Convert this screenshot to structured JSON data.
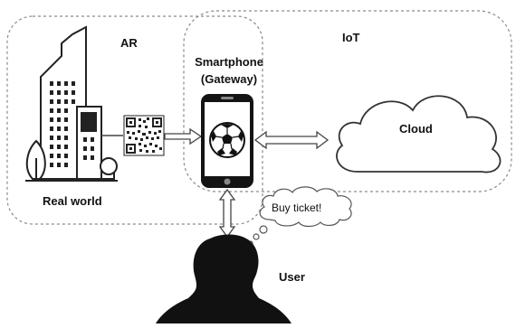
{
  "labels": {
    "ar": "AR",
    "iot": "IoT",
    "smartphone_line1": "Smartphone",
    "smartphone_line2": "(Gateway)",
    "cloud": "Cloud",
    "real_world": "Real world",
    "user": "User",
    "speech": "Buy ticket!"
  },
  "icons": {
    "building": "building-icon",
    "qr": "qr-code-icon",
    "phone": "smartphone-icon",
    "ball": "soccer-ball-icon",
    "cloud": "cloud-icon",
    "user": "user-silhouette-icon",
    "speech": "thought-bubble-icon"
  },
  "colors": {
    "line": "#333333",
    "dashed": "#8a8a8a",
    "fill_dark": "#111111"
  }
}
